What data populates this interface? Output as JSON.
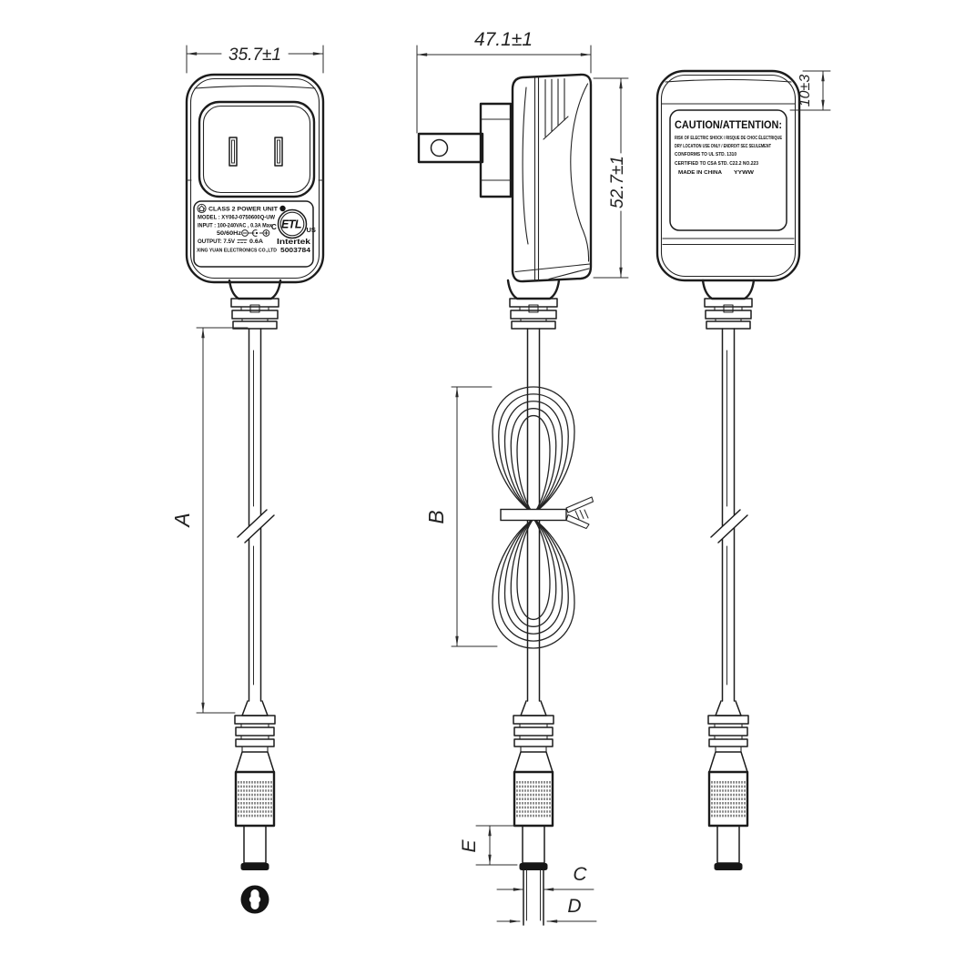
{
  "colors": {
    "line": "#1c1c1c",
    "background": "#ffffff"
  },
  "dimensions": {
    "front_width": "35.7±1",
    "side_depth": "47.1±1",
    "body_height": "52.7±1",
    "label_offset": "10±3",
    "cable_length": "A",
    "bundle_length": "B",
    "plug_diameter": "C",
    "tip_diameter": "D",
    "plug_length": "E"
  },
  "rating_label": {
    "line1": "CLASS 2 POWER UNIT",
    "line2": "MODEL : XY06J-0750600Q-UW",
    "line3": "INPUT : 100-240VAC , 0.3A Max",
    "line4": "50/60Hz",
    "line5a": "OUTPUT: 7.5V",
    "line5b": "0.6A",
    "line6": "XING YUAN ELECTRONICS CO.,LTD",
    "etl": {
      "c": "C",
      "mark": "ETL",
      "us": "US",
      "intertek": "Intertek",
      "number": "5003784"
    }
  },
  "caution_label": {
    "title": "CAUTION/ATTENTION:",
    "line1": "RISK OF ELECTRIC SHOCK / RISQUE DE CHOC ÉLECTRIQUE",
    "line2": "DRY LOCATION USE ONLY / ENDROIT SEC SEULEMENT",
    "line3": "CONFORMS TO UL STD. 1310",
    "line4": "CERTIFIED TO CSA STD. C22.2 NO.223",
    "line5a": "MADE IN CHINA",
    "line5b": "YYWW"
  }
}
